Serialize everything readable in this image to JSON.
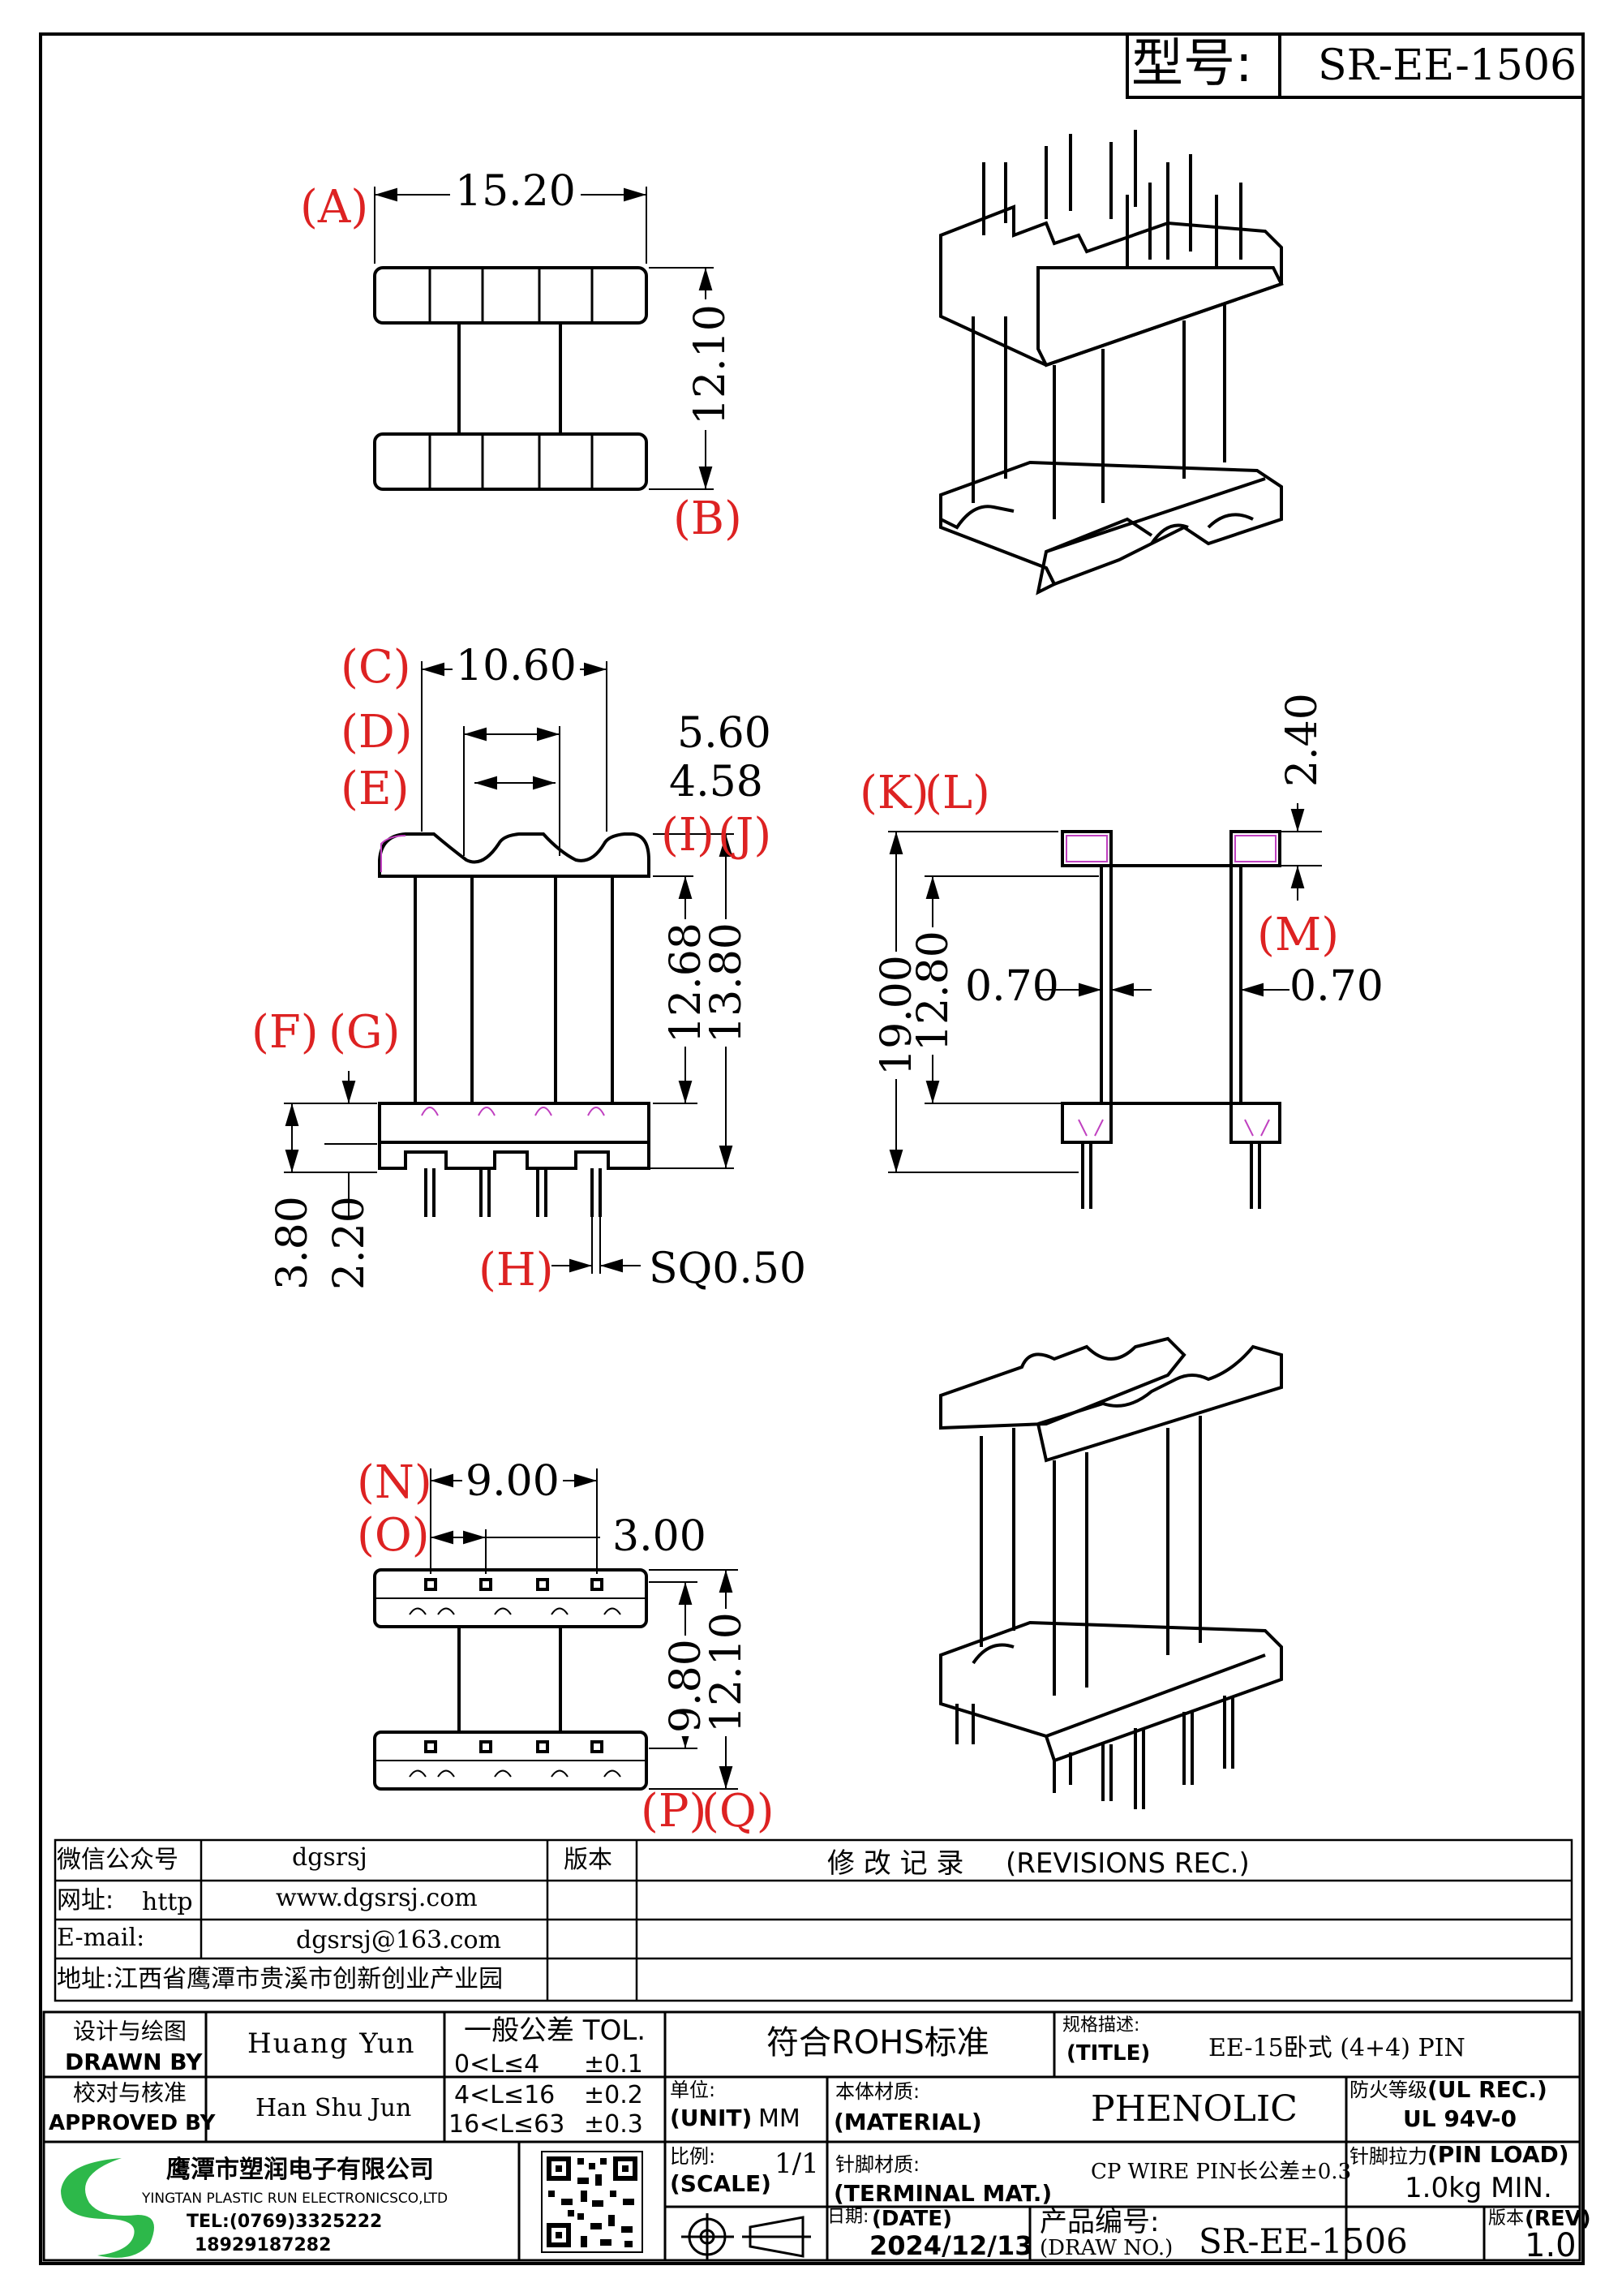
{
  "header": {
    "model_label": "型号:",
    "model_value": "SR-EE-1506"
  },
  "views": {
    "top": {
      "dim_a": "15.20",
      "dim_b": "12.10",
      "label_a": "A",
      "label_b": "B"
    },
    "front": {
      "dim_c": "10.60",
      "dim_d": "5.60",
      "dim_e": "4.58",
      "dim_i": "12.68",
      "dim_j": "13.80",
      "dim_f": "3.80",
      "dim_g": "2.20",
      "dim_h": "SQ0.50",
      "labels": {
        "c": "C",
        "d": "D",
        "e": "E",
        "f": "F",
        "g": "G",
        "h": "H",
        "i": "I",
        "j": "J"
      }
    },
    "side": {
      "dim_k": "19.00",
      "dim_l": "12.80",
      "dim_m": "2.40",
      "dim_wall_left": "0.70",
      "dim_wall_right": "0.70",
      "labels": {
        "k": "K",
        "l": "L",
        "m": "M"
      }
    },
    "bottom": {
      "dim_n": "9.00",
      "dim_o": "3.00",
      "dim_p": "9.80",
      "dim_q": "12.10",
      "labels": {
        "n": "N",
        "o": "O",
        "p": "P",
        "q": "Q"
      }
    }
  },
  "info": {
    "wechat_label": "微信公众号",
    "wechat_value": "dgsrsj",
    "web_label": "网址:",
    "web_prefix": "http",
    "web_value": "www.dgsrsj.com",
    "email_label": "E-mail:",
    "email_value": "dgsrsj@163.com",
    "address": "地址:江西省鹰潭市贵溪市创新创业产业园",
    "rev_col": "版本",
    "rev_title_cn": "修 改 记 录",
    "rev_title_en": "(REVISIONS REC.)"
  },
  "title_block": {
    "drawn_cn": "设计与绘图",
    "drawn_en": "DRAWN BY",
    "drawn_name": "Huang Yun",
    "approved_cn": "校对与核准",
    "approved_en": "APPROVED BY",
    "approved_name": "Han Shu Jun",
    "tol_title": "一般公差 TOL.",
    "tol_rows": [
      {
        "range": "0<L≤4",
        "tol": "±0.1"
      },
      {
        "range": "4<L≤16",
        "tol": "±0.2"
      },
      {
        "range": "16<L≤63",
        "tol": "±0.3"
      }
    ],
    "rohs": "符合ROHS标准",
    "spec_label_cn": "规格描述:",
    "spec_label_en": "(TITLE)",
    "spec_value": "EE-15卧式 (4+4) PIN",
    "unit_cn": "单位:",
    "unit_en": "(UNIT)",
    "unit_value": "MM",
    "material_cn": "本体材质:",
    "material_en": "(MATERIAL)",
    "material_value": "PHENOLIC",
    "ul_cn": "防火等级",
    "ul_en": "(UL REC.)",
    "ul_value": "UL 94V-0",
    "scale_cn": "比例:",
    "scale_en": "(SCALE)",
    "scale_value": "1/1",
    "terminal_cn": "针脚材质:",
    "terminal_en": "(TERMINAL MAT.)",
    "terminal_value": "CP WIRE  PIN长公差±0.3",
    "pinload_cn": "针脚拉力",
    "pinload_en": "(PIN LOAD)",
    "pinload_value": "1.0kg MIN.",
    "date_cn": "日期:",
    "date_en": "(DATE)",
    "date_value": "2024/12/13",
    "drawno_cn": "产品编号:",
    "drawno_en": "(DRAW NO.)",
    "drawno_value": "SR-EE-1506",
    "rev_cn": "版本",
    "rev_en": "(REV)",
    "rev_value": "1.0",
    "company_cn": "鹰潭市塑润电子有限公司",
    "company_en": "YINGTAN PLASTIC RUN ELECTRONICSCO,LTD",
    "tel": "TEL:(0769)3325222",
    "mobile": "18929187282",
    "brand_color": "#2db84a"
  }
}
